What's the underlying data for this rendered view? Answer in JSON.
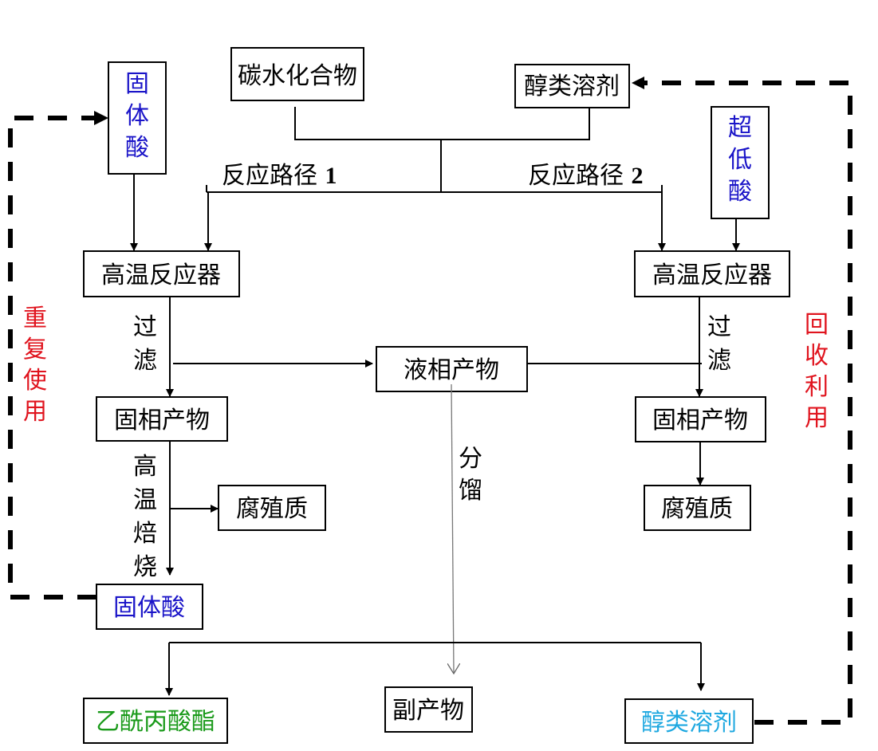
{
  "diagram": {
    "colors": {
      "acid": "#1a14c8",
      "loop_label": "#e0141e",
      "product": "#1a9a1a",
      "solvent_out": "#1ea8e0",
      "default": "#000000"
    },
    "inputs": {
      "carbohydrate": "碳水化合物",
      "alcohol_solvent": "醇类溶剂",
      "solid_acid_top": [
        "固",
        "体",
        "酸"
      ],
      "super_low_acid": [
        "超",
        "低",
        "酸"
      ]
    },
    "routes": {
      "route1_text": "反应路径 ",
      "route1_num": "1",
      "route2_text": "反应路径 ",
      "route2_num": "2"
    },
    "left_branch": {
      "reactor": "高温反应器",
      "filter_label": [
        "过",
        "滤"
      ],
      "solid_product": "固相产物",
      "calcination_label": [
        "高",
        "温",
        "焙",
        "烧"
      ],
      "humus": "腐殖质",
      "solid_acid_bottom": "固体酸"
    },
    "right_branch": {
      "reactor": "高温反应器",
      "filter_label": [
        "过",
        "滤"
      ],
      "solid_product": "固相产物",
      "humus": "腐殖质"
    },
    "center": {
      "liquid_product": "液相产物",
      "distill_label": [
        "分",
        "馏"
      ]
    },
    "outputs": {
      "levulinate": "乙酰丙酸酯",
      "byproduct": "副产物",
      "alcohol_solvent": "醇类溶剂"
    },
    "loops": {
      "reuse_label": [
        "重",
        "复",
        "使",
        "用"
      ],
      "recycle_label": [
        "回",
        "收",
        "利",
        "用"
      ]
    }
  }
}
